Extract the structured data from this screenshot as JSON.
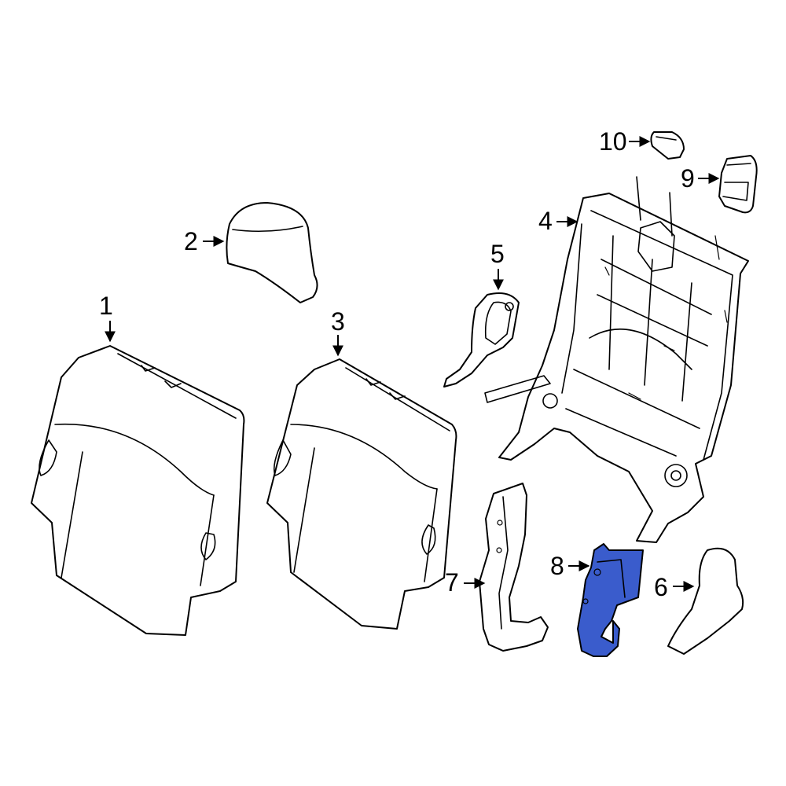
{
  "diagram": {
    "highlight_color": "#3a5ccc",
    "line_color": "#000000",
    "background_color": "#ffffff",
    "highlighted_part": "8",
    "callouts": [
      "1",
      "2",
      "3",
      "4",
      "5",
      "6",
      "7",
      "8",
      "9",
      "10"
    ]
  }
}
